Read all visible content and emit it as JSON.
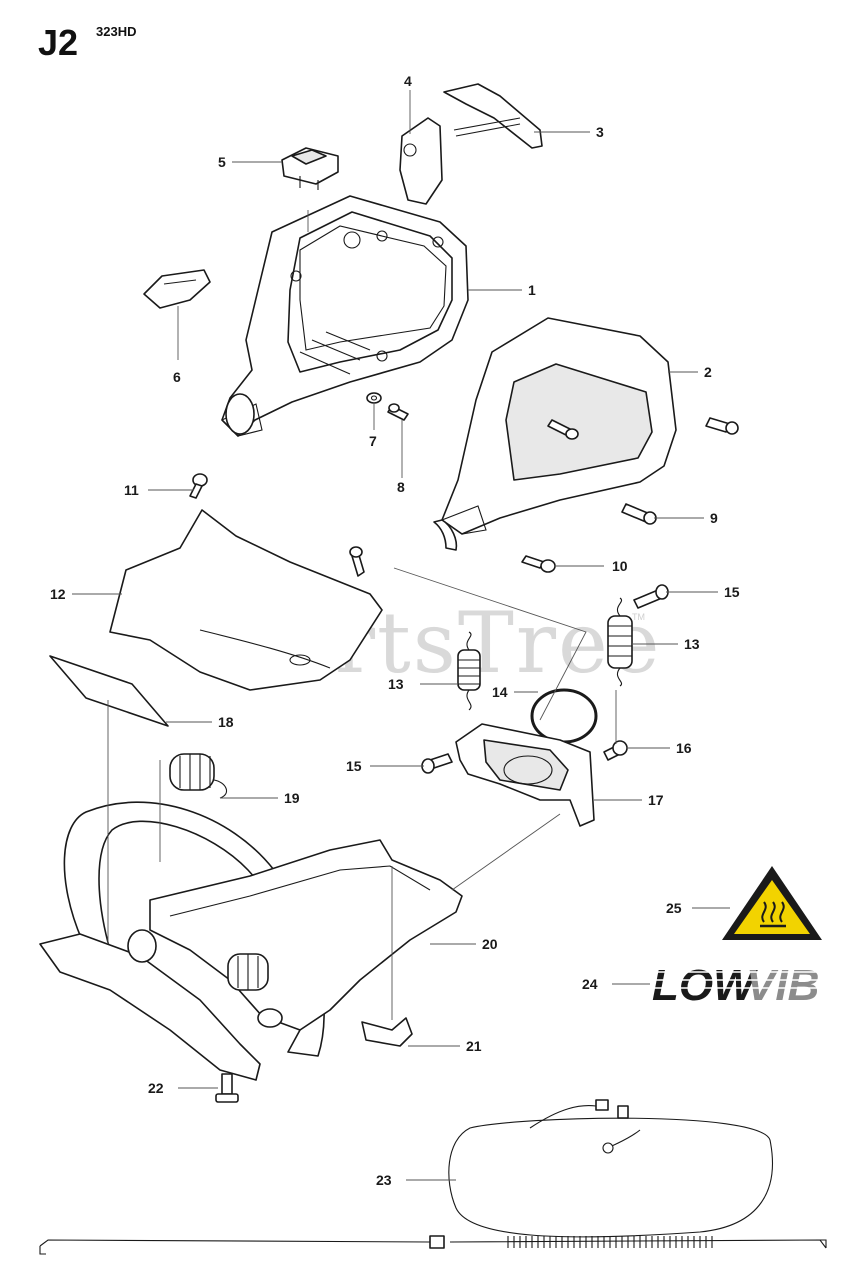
{
  "header": {
    "code": "J2",
    "model": "323HD"
  },
  "watermark": {
    "text": "PartsTree",
    "tm": "TM"
  },
  "logo": {
    "text_a": "LOW",
    "text_b": "VIB"
  },
  "colors": {
    "ink": "#1a1a1a",
    "watermark": "#d9d9d9",
    "warning_yellow": "#f2d300"
  },
  "callouts": {
    "c1": "1",
    "c2": "2",
    "c3": "3",
    "c4": "4",
    "c5": "5",
    "c6": "6",
    "c7": "7",
    "c8": "8",
    "c9": "9",
    "c10": "10",
    "c11": "11",
    "c12": "12",
    "c13a": "13",
    "c13b": "13",
    "c14": "14",
    "c15a": "15",
    "c15b": "15",
    "c16": "16",
    "c17": "17",
    "c18": "18",
    "c19": "19",
    "c20": "20",
    "c21": "21",
    "c22": "22",
    "c23": "23",
    "c24": "24",
    "c25": "25"
  }
}
